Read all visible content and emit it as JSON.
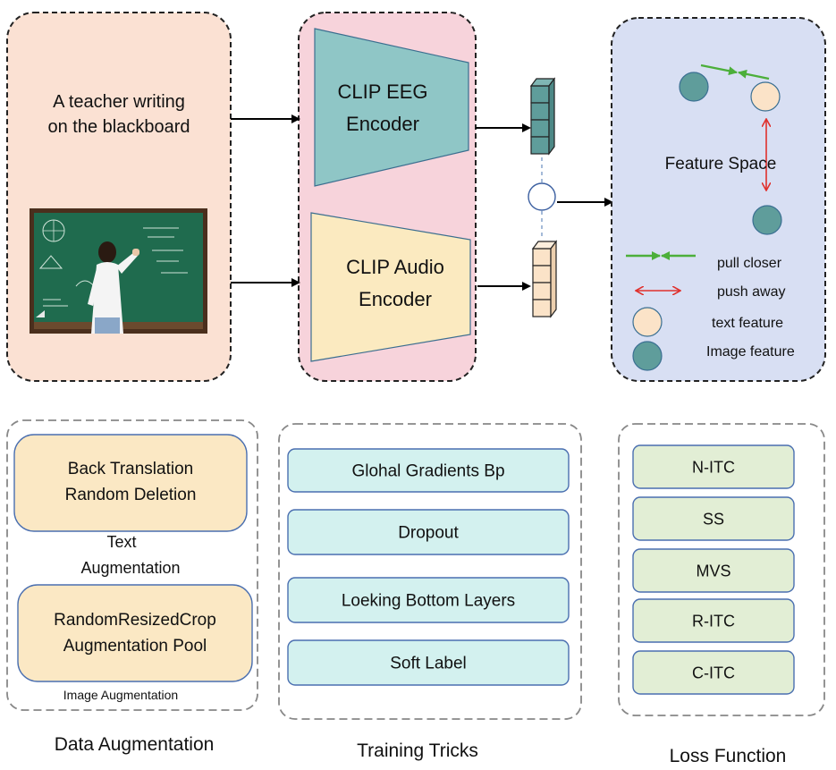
{
  "input": {
    "caption_line1": "A teacher writing",
    "caption_line2": "on the blackboard"
  },
  "encoders": {
    "eeg_line1": "CLIP EEG",
    "eeg_line2": "Encoder",
    "audio_line1": "CLIP Audio",
    "audio_line2": "Encoder"
  },
  "feature_space": {
    "title": "Feature Space",
    "legend": {
      "pull": "pull closer",
      "push": "push away",
      "text": "text feature",
      "image": "Image feature"
    }
  },
  "data_augmentation": {
    "box1_line1": "Back Translation",
    "box1_line2": "Random Deletion",
    "text_label_line1": "Text",
    "text_label_line2": "Augmentation",
    "box2_line1": "RandomResizedCrop",
    "box2_line2": "Augmentation Pool",
    "image_label": "Image Augmentation",
    "title": "Data Augmentation"
  },
  "training_tricks": {
    "items": [
      "Glohal Gradients Bp",
      "Dropout",
      "Loeking Bottom Layers",
      "Soft Label"
    ],
    "title": "Training Tricks"
  },
  "loss_function": {
    "items": [
      "N-ITC",
      "SS",
      "MVS",
      "R-ITC",
      "C-ITC"
    ],
    "title": "Loss Function"
  },
  "colors": {
    "input_panel": "#fbe1d3",
    "encoder_panel": "#f7d3db",
    "feature_panel": "#d8dff3",
    "eeg_encoder": "#8fc6c6",
    "audio_encoder": "#fbeac0",
    "text_feature": "#fbe3c8",
    "image_feature": "#5f9d9b",
    "aug_box": "#fbe8c4",
    "trick_box": "#d3f1ef",
    "loss_box": "#e2eed5",
    "pull": "#4caf3a",
    "push": "#e0302c"
  }
}
